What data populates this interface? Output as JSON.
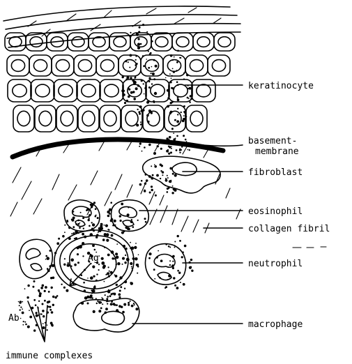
{
  "labels": {
    "keratinocyte": "keratinocyte",
    "basement": "basement-",
    "membrane": "membrane",
    "fibroblast": "fibroblast",
    "eosinophil": "eosinophil",
    "collagen": "collagen fibril",
    "neutrophil": "neutrophil",
    "ag": "Ag",
    "ab": "Ab",
    "macrophage": "macrophage",
    "immune": "immune complexes"
  },
  "colors": {
    "ink": "#000000",
    "paper": "#ffffff"
  }
}
